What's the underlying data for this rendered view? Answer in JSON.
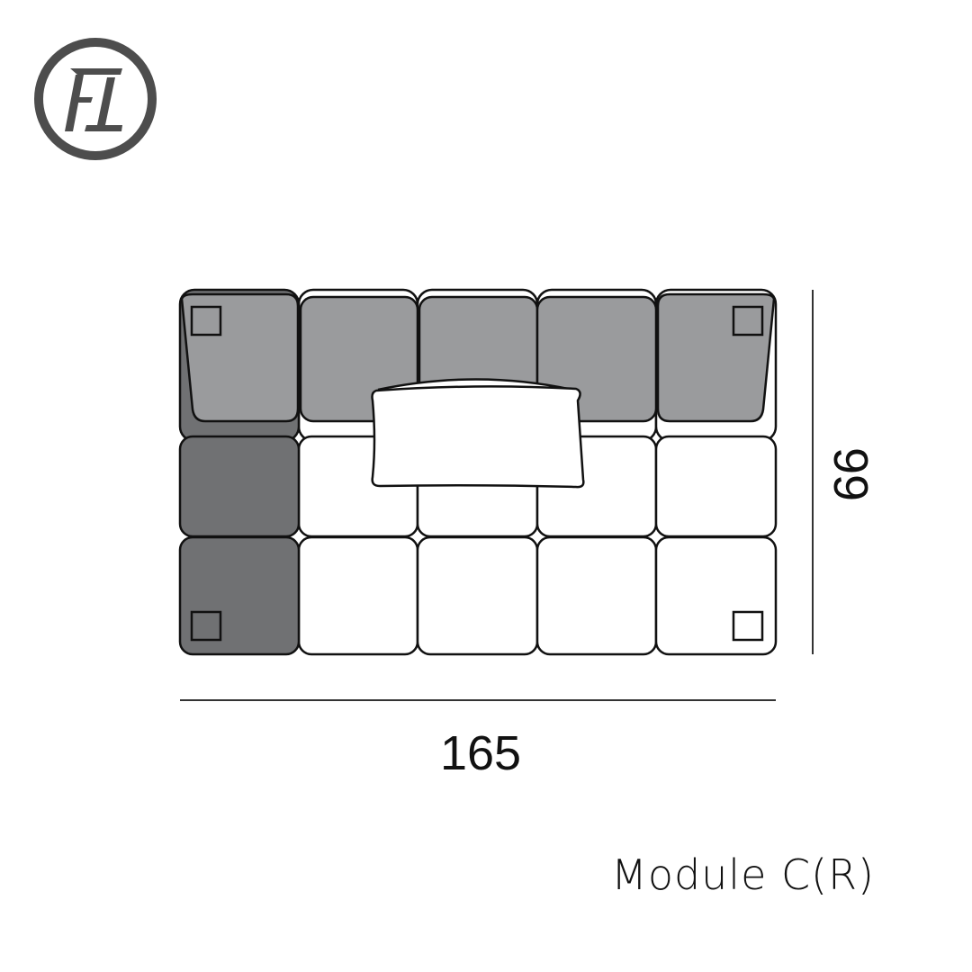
{
  "logo": {
    "text": "FL",
    "color": "#4d4d4d"
  },
  "diagram": {
    "width_label": "165",
    "depth_label": "99",
    "colors": {
      "back_cushion": "#9a9b9d",
      "arm": "#707173",
      "seat": "#ffffff",
      "outline": "#111111"
    }
  },
  "caption": "Module C(R)"
}
